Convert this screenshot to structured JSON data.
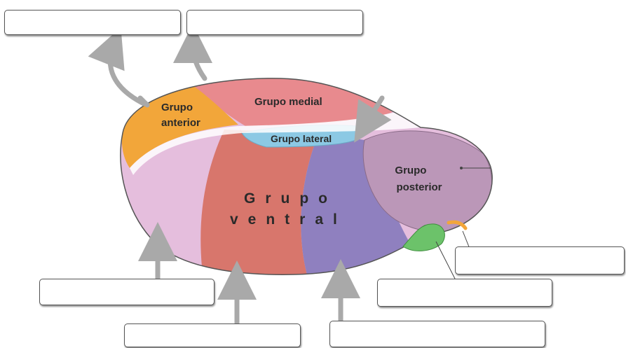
{
  "regions": {
    "anterior": [
      "Grupo",
      "anterior"
    ],
    "medial": "Grupo medial",
    "lateral": "Grupo lateral",
    "posterior": [
      "Grupo",
      "posterior"
    ],
    "ventral": [
      "Grupo",
      "ventral"
    ]
  },
  "answer_boxes": [
    {
      "id": "box-1",
      "value": ""
    },
    {
      "id": "box-2",
      "value": ""
    },
    {
      "id": "box-3",
      "value": ""
    },
    {
      "id": "box-4",
      "value": ""
    },
    {
      "id": "box-5",
      "value": ""
    },
    {
      "id": "box-6",
      "value": ""
    },
    {
      "id": "box-7",
      "value": ""
    }
  ],
  "colors": {
    "anterior": "#f2a63a",
    "medial": "#e88a8e",
    "lateral": "#8cc9e4",
    "posterior": "#bb97b8",
    "ventral_anterior": "#e5bedd",
    "ventral_intermediate": "#d8766c",
    "ventral_posterior": "#8f80bf",
    "small_nucleus": "#6cc26a",
    "arrow": "#a9a9a9"
  }
}
